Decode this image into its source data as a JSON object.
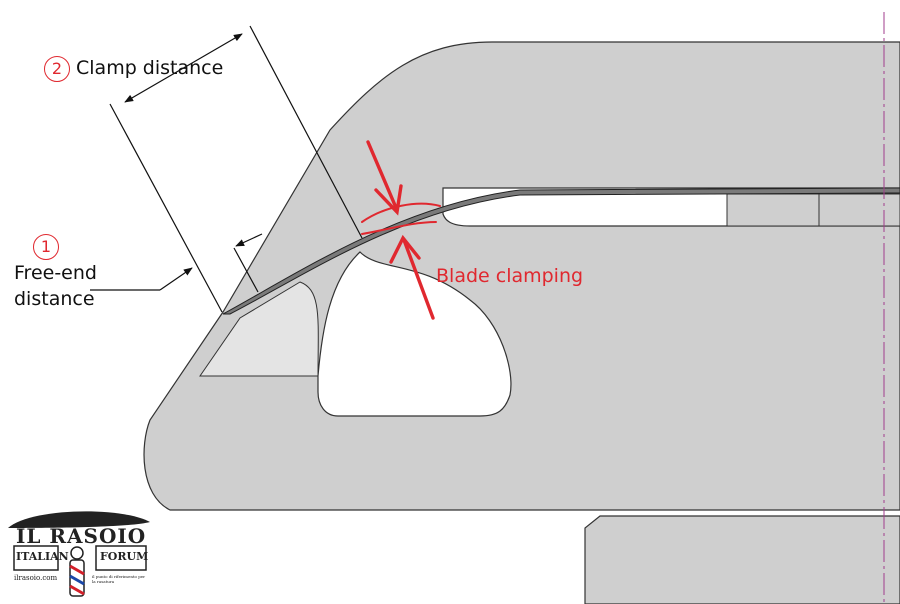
{
  "labels": {
    "clamp": {
      "number": "2",
      "text": "Clamp distance"
    },
    "free_end": {
      "number": "1",
      "line1": "Free-end",
      "line2": "distance"
    },
    "clamping": "Blade clamping"
  },
  "logo": {
    "title": "IL RASOIO",
    "left": "ITALIAN",
    "right": "FORUM",
    "tagline": "il punto di riferimento per la rasatura",
    "site": "ilrasoio.com"
  },
  "colors": {
    "body": "#cfcfcf",
    "light_region": "#e4e4e4",
    "annotation_red": "#e0282f",
    "centerline": "#a13d8c"
  }
}
